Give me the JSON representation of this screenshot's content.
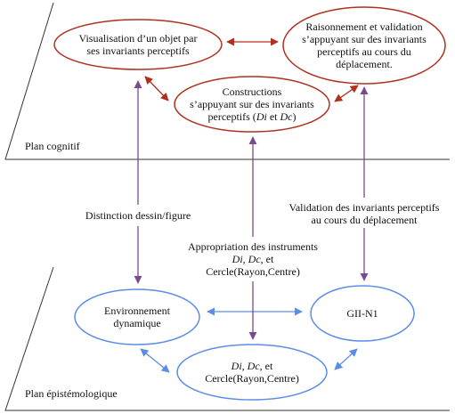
{
  "planes": {
    "cognitive_label": "Plan cognitif",
    "epistemological_label": "Plan épistémologique"
  },
  "cognitive_nodes": {
    "visualisation": [
      "Visualisation d’un objet par",
      "ses invariants perceptifs"
    ],
    "raisonnement": [
      "Raisonnement et validation",
      "s’appuyant sur des invariants",
      "perceptifs au cours du",
      "déplacement."
    ],
    "constructions": {
      "line1": "Constructions",
      "line2": "s’appuyant sur des invariants",
      "line3_prefix": "perceptifs (",
      "di": "Di",
      "et": " et ",
      "dc": "Dc",
      "line3_suffix": ")"
    }
  },
  "epistemological_nodes": {
    "environnement": [
      "Environnement",
      "dynamique"
    ],
    "gii": "GII-N1",
    "instruments": {
      "di": "Di",
      "sep1": ", ",
      "dc": "Dc",
      "sep2": ", et",
      "line2": "Cercle(Rayon,Centre)"
    }
  },
  "links": {
    "distinction": "Distinction dessin/figure",
    "validation": [
      "Validation des invariants perceptifs",
      "au cours du déplacement"
    ],
    "appropriation": {
      "line1": "Appropriation des instruments",
      "di": "Di",
      "sep1": ", ",
      "dc": "Dc",
      "sep2": ", et",
      "line3": "Cercle(Rayon,Centre)"
    }
  },
  "colors": {
    "cognitive_ellipse": "#b03020",
    "epistemological_ellipse": "#5b8de6",
    "vertical_arrow": "#7b4a8c",
    "plane_line": "#333333"
  }
}
